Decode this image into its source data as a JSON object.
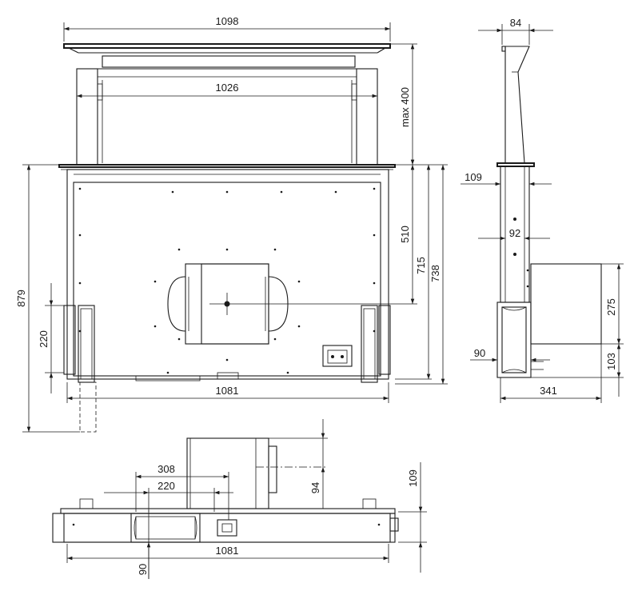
{
  "front_view": {
    "dim_overall_width": "1098",
    "dim_inner_width": "1026",
    "dim_max_lift": "max 400",
    "dim_base_width": "1081",
    "dim_total_height": "879",
    "dim_inlet_height": "220",
    "dim_510": "510",
    "dim_715": "715",
    "dim_738": "738"
  },
  "side_view": {
    "dim_top_depth": "84",
    "dim_body_depth": "109",
    "dim_inner_depth": "92",
    "dim_motor_height": "275",
    "dim_outlet_depth": "90",
    "dim_bottom_offset": "103",
    "dim_total_depth": "341"
  },
  "top_view": {
    "dim_308": "308",
    "dim_220": "220",
    "dim_94": "94",
    "dim_109": "109",
    "dim_base_width": "1081",
    "dim_outlet_90": "90"
  }
}
